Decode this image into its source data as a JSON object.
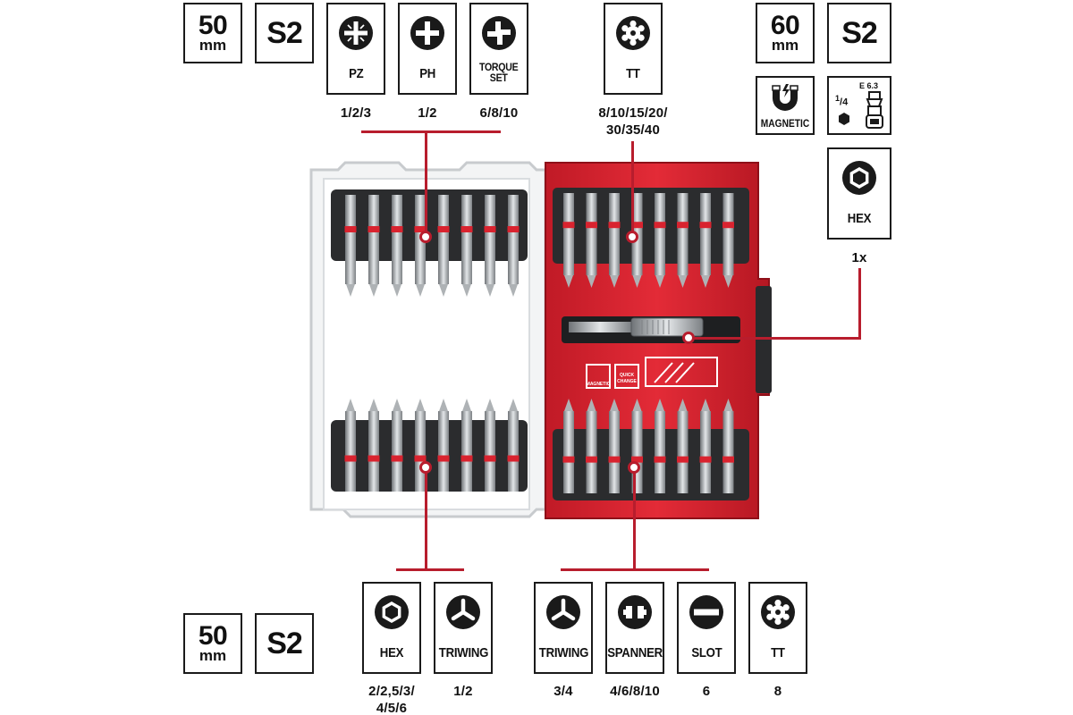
{
  "top_left": {
    "length": {
      "value": "50",
      "unit": "mm"
    },
    "material": "S2",
    "tiles": [
      {
        "name": "pz",
        "label": "PZ",
        "icon": "pozidriv-icon",
        "sizes": "1/2/3"
      },
      {
        "name": "ph",
        "label": "PH",
        "icon": "phillips-icon",
        "sizes": "1/2"
      },
      {
        "name": "torque-set",
        "label": "TORQUE\nSET",
        "icon": "torque-set-icon",
        "sizes": "6/8/10"
      }
    ]
  },
  "top_center": {
    "tile": {
      "name": "tt",
      "label": "TT",
      "icon": "torx-tamper-icon",
      "sizes": "8/10/15/20/\n30/35/40"
    }
  },
  "top_right": {
    "length": {
      "value": "60",
      "unit": "mm"
    },
    "material": "S2",
    "magnetic_label": "MAGNETIC",
    "quarter_inch": "1/4\"",
    "quarter_num": "1",
    "quarter_den": "4",
    "drive_code": "E 6.3",
    "hex_tile": {
      "label": "HEX",
      "icon": "hex-icon",
      "count": "1x"
    }
  },
  "bottom_left": {
    "length": {
      "value": "50",
      "unit": "mm"
    },
    "material": "S2",
    "tiles": [
      {
        "name": "hex",
        "label": "HEX",
        "icon": "hex-icon",
        "sizes": "2/2,5/3/\n4/5/6"
      },
      {
        "name": "triwing",
        "label": "TRIWING",
        "icon": "triwing-icon",
        "sizes": "1/2"
      }
    ]
  },
  "bottom_right": {
    "tiles": [
      {
        "name": "triwing",
        "label": "TRIWING",
        "icon": "triwing-icon",
        "sizes": "3/4"
      },
      {
        "name": "spanner",
        "label": "SPANNER",
        "icon": "spanner-icon",
        "sizes": "4/6/8/10"
      },
      {
        "name": "slot",
        "label": "SLOT",
        "icon": "slot-icon",
        "sizes": "6"
      },
      {
        "name": "tt",
        "label": "TT",
        "icon": "torx-tamper-icon",
        "sizes": "8"
      }
    ]
  },
  "case_labels": {
    "magnetic": "MAGNETIC",
    "quick_change_1": "QUICK",
    "quick_change_2": "CHANGE"
  },
  "colors": {
    "accent": "#b81d2d",
    "case_red": "#d8232f",
    "ink": "#1a1a1a"
  }
}
